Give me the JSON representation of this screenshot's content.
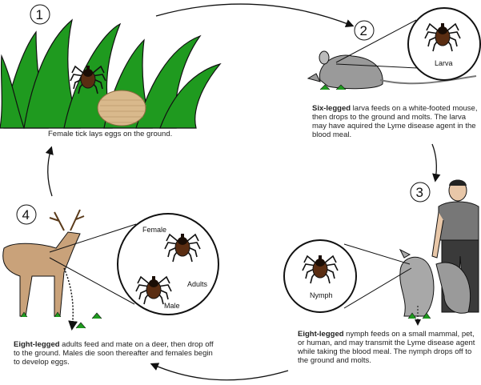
{
  "steps": [
    {
      "number": "1",
      "caption": "Female tick lays eggs on the ground."
    },
    {
      "number": "2",
      "caption_bold": "Six-legged",
      "caption": " larva feeds on a white-footed mouse, then drops to the ground and molts. The larva may have aquired the Lyme disease agent in the blood meal.",
      "inset_label": "Larva"
    },
    {
      "number": "3",
      "caption_bold": "Eight-legged",
      "caption": " nymph feeds on a small mammal, pet, or human, and may transmit the Lyme disease agent while taking the blood meal. The nymph drops off to the ground and molts.",
      "inset_label": "Nymph"
    },
    {
      "number": "4",
      "caption_bold": "Eight-legged",
      "caption": " adults feed and mate on a deer, then drop off to the ground. Males die soon thereafter and females begin to develop eggs.",
      "inset_labels": {
        "female": "Female",
        "adults": "Adults",
        "male": "Male"
      }
    }
  ],
  "colors": {
    "grass": "#1f9a1f",
    "eggs": "#d9b98c",
    "tick": "#3a1f10",
    "mouse": "#9a9a9a",
    "deer": "#c9a27a"
  }
}
